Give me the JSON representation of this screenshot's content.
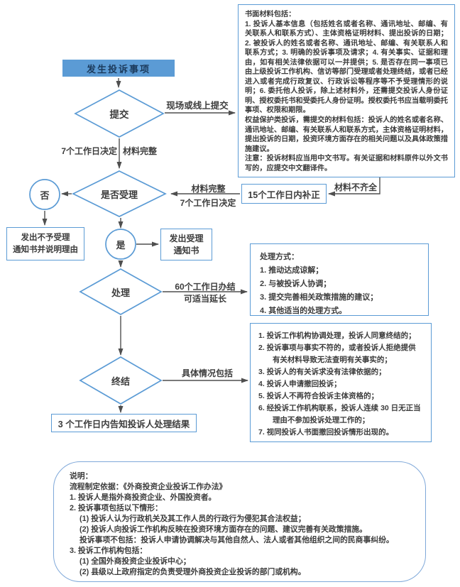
{
  "colors": {
    "accent": "#5B9BD5",
    "connector": "#4f4f4f",
    "note_border": "#7FA8D9",
    "start_fill": "#5B9BD5"
  },
  "nodes": {
    "start": "发生投诉事项",
    "submit": "提交",
    "accept_decision": "是否受理",
    "no": "否",
    "yes": "是",
    "reject_notice": "发出不予受理\n通知书并说明理由",
    "accept_notice": "发出受理\n通知书",
    "supplement": "15个工作日内补正",
    "handle": "处理",
    "terminate": "终结",
    "result": "3 个工作日内告知投诉人处理结果"
  },
  "edge_labels": {
    "onsite_online": "现场或线上提交",
    "decide7_left": "7个工作日决定",
    "complete_left": "材料完整",
    "complete_right": "材料完整",
    "decide7_right": "7个工作日决定",
    "incomplete": "材料不齐全",
    "handle60": "60个工作日办结",
    "extend": "可适当延长",
    "situations": "具体情况包括"
  },
  "materials": {
    "title": "书面材料包括：",
    "body": "1. 投诉人基本信息（包括姓名或者名称、通讯地址、邮编、有关联系人和联系方式）、主体资格证明材料、提出投诉的日期；2. 被投诉人的姓名或者名称、通讯地址、邮编、有关联系人和联系方式；3. 明确的投诉事项及请求；4. 有关事实、证据和理由，如有相关法律依据可以一并提供；5. 是否存在同一事项已由上级投诉工作机构、信访等部门受理或者处理终结，或者已经进入或者完成行政复议、行政诉讼等程序等不予受理情形的说明；6. 委托他人投诉，除上述材料外，还需提交投诉人身份证明、授权委托书和受委托人身份证明。授权委托书应当载明委托事项、权限和期限。",
    "rights": "权益保护类投诉，需提交的材料包括：投诉人的姓名或者名称、通讯地址、邮编、有关联系人和联系方式，主体资格证明材料，提出投诉的日期，投资环境方面存在的相关问题以及具体政策措施建议。",
    "note": "注意：投诉材料应当用中文书写。有关证据和材料原件以外文书写的，应提交中文翻译件。"
  },
  "methods": {
    "title": "处理方式：",
    "items": [
      "1. 推动达成谅解；",
      "2. 与被投诉人协调；",
      "3. 提交完善相关政策措施的建议；",
      "4. 其他适当的处理方式。"
    ]
  },
  "situations": {
    "items": [
      "1. 投诉工作机构协调处理，投诉人同意终结的；",
      "2. 投诉事项与事实不符的，或者投诉人拒绝提供有关材料导致无法查明有关事实的；",
      "3. 投诉人的有关诉求没有法律依据的；",
      "4. 投诉人申请撤回投诉；",
      "5. 投诉人不再符合投诉主体资格的；",
      "6. 经投诉工作机构联系，投诉人连续 30 日无正当理由不参加投诉处理工作的；",
      "7. 视同投诉人书面撤回投诉情形出现的。"
    ]
  },
  "note": {
    "lines": [
      "说明：",
      "流程制定依据：《外商投资企业投诉工作办法》",
      "1.  投诉人是指外商投资企业、外国投资者。",
      "2.  投诉事项包括以下情形：",
      "(1) 投诉人认为行政机关及其工作人员的行政行为侵犯其合法权益；",
      "(2) 投诉人向投诉工作机构反映在投资环境方面存在的问题、建议完善有关政策措施。",
      "投诉事项不包括：投诉人申请协调解决与其他自然人、法人或者其他组织之间的民商事纠纷。",
      "3.  投诉工作机构包括：",
      "(1) 全国外商投资企业投诉中心；",
      "(2) 县级以上政府指定的负责受理外商投资企业投诉的部门或机构。"
    ]
  }
}
